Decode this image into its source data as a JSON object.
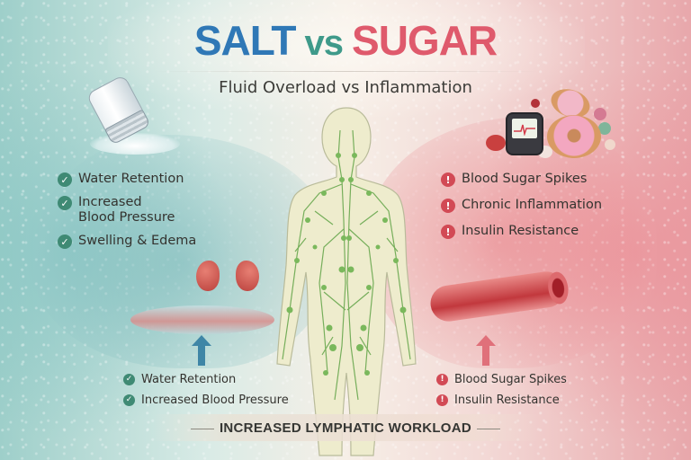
{
  "header": {
    "title_left": "SALT",
    "title_mid": "vs",
    "title_right": "SUGAR",
    "subtitle": "Fluid Overload vs Inflammation"
  },
  "colors": {
    "salt_blue": "#2f78b6",
    "vs_teal": "#3f9a8a",
    "sugar_red": "#df5a6c",
    "check_green": "#3f8a74",
    "alert_red": "#d24a55",
    "lymph_green": "#6aa84f"
  },
  "salt_panel": {
    "icon": "salt-shaker-icon",
    "effects": [
      {
        "icon": "check-icon",
        "label": "Water Retention"
      },
      {
        "icon": "check-icon",
        "label": "Increased\nBlood Pressure"
      },
      {
        "icon": "check-icon",
        "label": "Swelling & Edema"
      }
    ],
    "illustrations": [
      "kidneys",
      "fluid-filled-blood-vessel",
      "up-arrow"
    ],
    "bottom_effects": [
      {
        "icon": "check-icon",
        "label": "Water Retention"
      },
      {
        "icon": "check-icon",
        "label": "Increased Blood Pressure"
      }
    ]
  },
  "sugar_panel": {
    "icon": "donut-and-glucometer-icon",
    "effects": [
      {
        "icon": "alert-icon",
        "label": "Blood Sugar Spikes"
      },
      {
        "icon": "alert-icon",
        "label": "Chronic Inflammation"
      },
      {
        "icon": "alert-icon",
        "label": "Insulin Resistance"
      }
    ],
    "illustrations": [
      "inflamed-blood-vessel",
      "up-arrow"
    ],
    "bottom_effects": [
      {
        "icon": "alert-icon",
        "label": "Blood Sugar Spikes"
      },
      {
        "icon": "alert-icon",
        "label": "Insulin Resistance"
      }
    ]
  },
  "center": {
    "figure": "human-body-lymphatic-system"
  },
  "footer": {
    "label": "INCREASED LYMPHATIC WORKLOAD"
  }
}
